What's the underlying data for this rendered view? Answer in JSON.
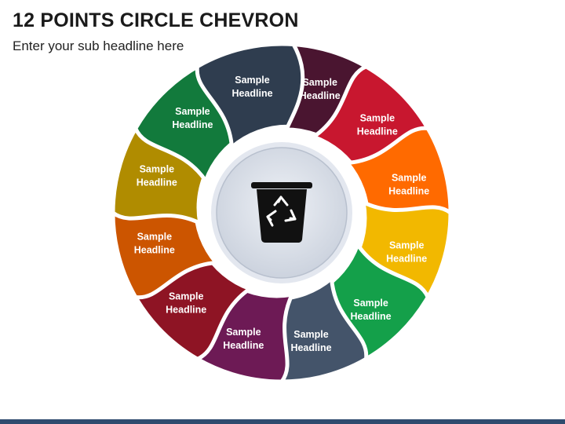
{
  "header": {
    "title": "12 POINTS CIRCLE CHEVRON",
    "subtitle": "Enter your sub headline here"
  },
  "diagram": {
    "center_icon": "recycle-bin-icon",
    "segments": [
      {
        "label_line1": "Sample",
        "label_line2": "Headline",
        "color": "#4a1530"
      },
      {
        "label_line1": "Sample",
        "label_line2": "Headline",
        "color": "#c8172f"
      },
      {
        "label_line1": "Sample",
        "label_line2": "Headline",
        "color": "#ff6a00"
      },
      {
        "label_line1": "Sample",
        "label_line2": "Headline",
        "color": "#f2b800"
      },
      {
        "label_line1": "Sample",
        "label_line2": "Headline",
        "color": "#14a04a"
      },
      {
        "label_line1": "Sample",
        "label_line2": "Headline",
        "color": "#44546a"
      },
      {
        "label_line1": "Sample",
        "label_line2": "Headline",
        "color": "#6d1a55"
      },
      {
        "label_line1": "Sample",
        "label_line2": "Headline",
        "color": "#8e1424"
      },
      {
        "label_line1": "Sample",
        "label_line2": "Headline",
        "color": "#cc5500"
      },
      {
        "label_line1": "Sample",
        "label_line2": "Headline",
        "color": "#b08c00"
      },
      {
        "label_line1": "Sample",
        "label_line2": "Headline",
        "color": "#127a3c"
      },
      {
        "label_line1": "Sample",
        "label_line2": "Headline",
        "color": "#2f3d4f"
      }
    ]
  }
}
